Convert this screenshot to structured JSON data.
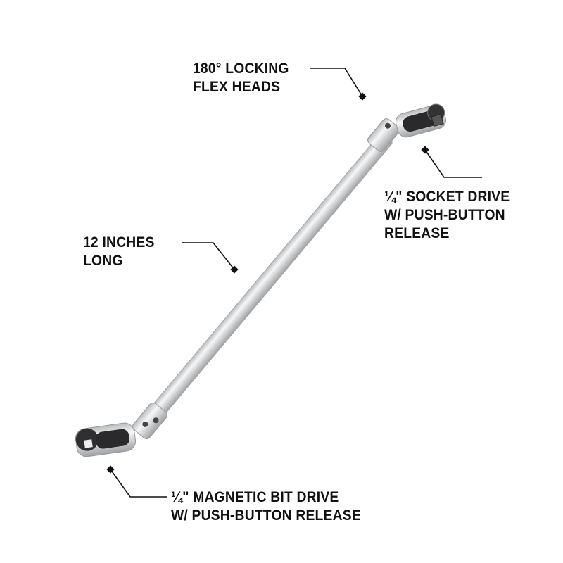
{
  "callouts": [
    {
      "id": "flex-heads",
      "lines": [
        "180° LOCKING",
        "FLEX HEADS"
      ]
    },
    {
      "id": "length",
      "lines": [
        "12 INCHES",
        "LONG"
      ]
    },
    {
      "id": "socket-drive",
      "lines": [
        "¼\" SOCKET DRIVE",
        "W/ PUSH-BUTTON",
        "RELEASE"
      ]
    },
    {
      "id": "bit-drive",
      "lines": [
        "¼\" MAGNETIC BIT DRIVE",
        "W/ PUSH-BUTTON RELEASE"
      ]
    }
  ],
  "colors": {
    "text": "#111111",
    "chrome": "#d9dadc",
    "head_insert": "#2a2a2c",
    "background": "#ffffff"
  }
}
